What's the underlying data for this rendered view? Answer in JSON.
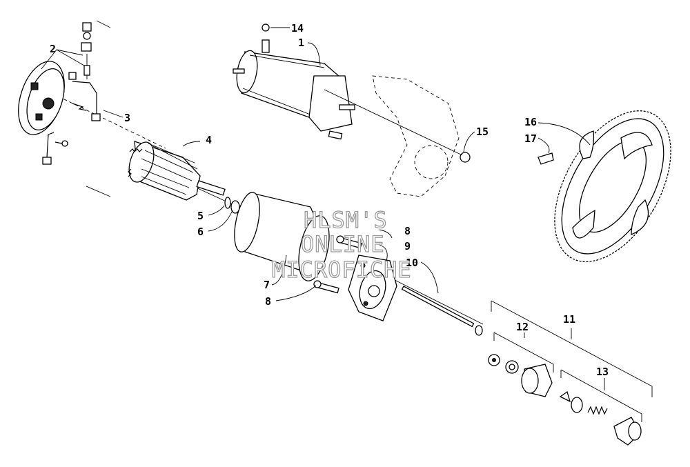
{
  "callouts": {
    "c1": "1",
    "c2": "2",
    "c3": "3",
    "c4": "4",
    "c5": "5",
    "c6": "6",
    "c7": "7",
    "c8a": "8",
    "c8b": "8",
    "c9": "9",
    "c10": "10",
    "c11": "11",
    "c12": "12",
    "c13": "13",
    "c14": "14",
    "c15": "15",
    "c16": "16",
    "c17": "17"
  },
  "watermark": {
    "line1": "HLSM'S",
    "line2": "ONLINE",
    "line3": "MICROFICHE"
  },
  "colors": {
    "ink": "#000000",
    "paper": "#ffffff",
    "watermark_outline": "#9a9a9a"
  }
}
